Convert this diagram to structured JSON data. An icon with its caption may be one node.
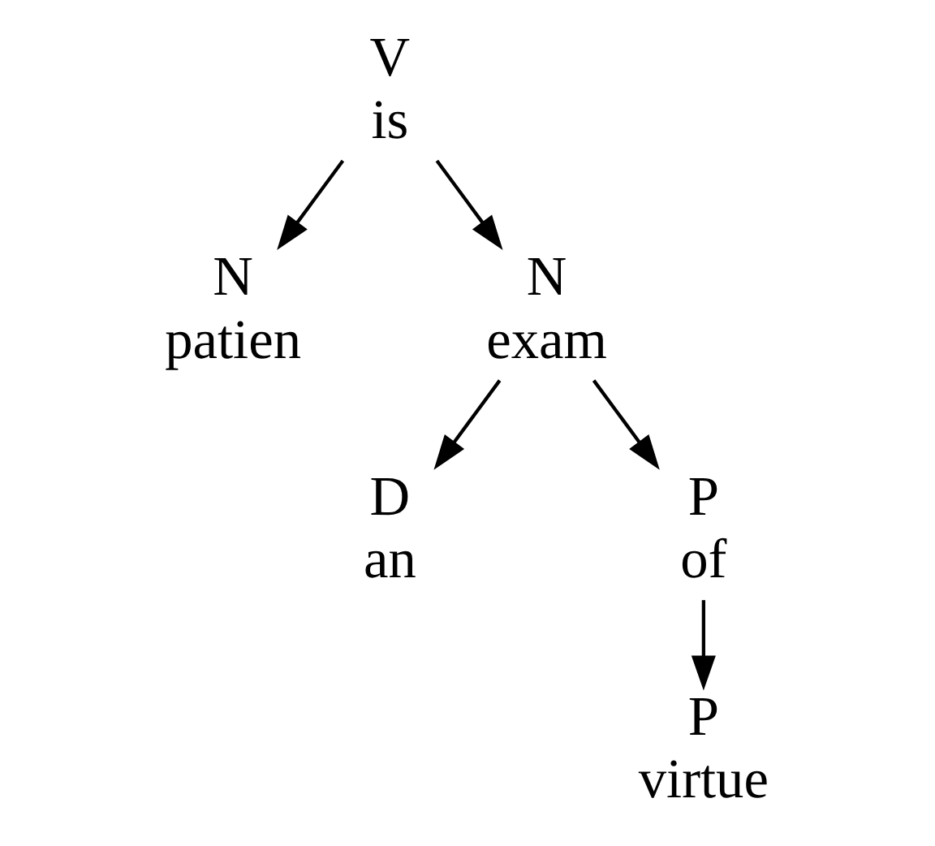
{
  "diagram": {
    "nodes": [
      {
        "text": [
          "V",
          "is"
        ]
      },
      {
        "text": [
          "N",
          "patien"
        ]
      },
      {
        "text": [
          "N",
          "exam"
        ]
      },
      {
        "text": [
          "D",
          "an"
        ]
      },
      {
        "text": [
          "P",
          "of"
        ]
      },
      {
        "text": [
          "P",
          "virtue"
        ]
      }
    ],
    "edges": [
      {
        "from": 0,
        "to": 1,
        "arrow": "to"
      },
      {
        "from": 0,
        "to": 2,
        "arrow": "to"
      },
      {
        "from": 2,
        "to": 3,
        "arrow": "to"
      },
      {
        "from": 2,
        "to": 4,
        "arrow": "to"
      },
      {
        "from": 4,
        "to": 5,
        "arrow": "to"
      }
    ]
  }
}
